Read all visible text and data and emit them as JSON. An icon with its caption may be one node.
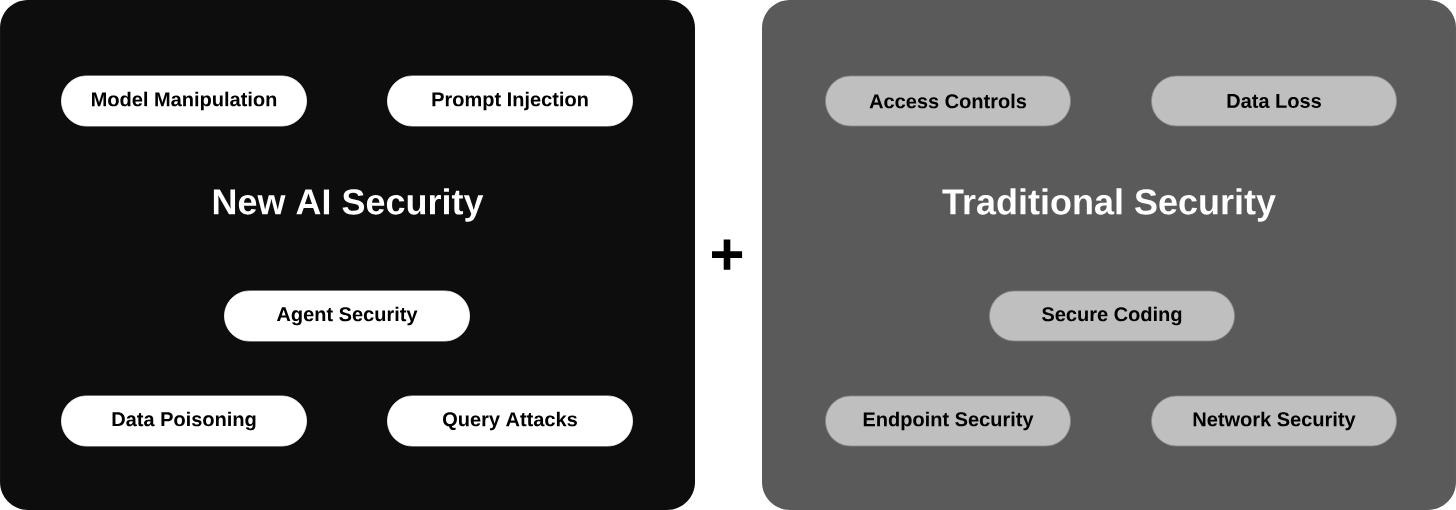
{
  "diagram": {
    "nodes": [
      {
        "text": [
          "New AI Security"
        ]
      },
      {
        "text": [
          "Model Manipulation"
        ],
        "in": 0
      },
      {
        "text": [
          "Prompt Injection"
        ],
        "in": 0
      },
      {
        "text": [
          "Agent Security"
        ],
        "in": 0
      },
      {
        "text": [
          "Data Poisoning"
        ],
        "in": 0
      },
      {
        "text": [
          "Query Attacks"
        ],
        "in": 0
      },
      {
        "text": [
          "Traditional Security"
        ]
      },
      {
        "text": [
          "Access Controls"
        ],
        "in": 6
      },
      {
        "text": [
          "Data Loss"
        ],
        "in": 6
      },
      {
        "text": [
          "Secure Coding"
        ],
        "in": 6
      },
      {
        "text": [
          "Endpoint Security"
        ],
        "in": 6
      },
      {
        "text": [
          "Network Security"
        ],
        "in": 6
      }
    ],
    "labels": [
      "+"
    ]
  }
}
